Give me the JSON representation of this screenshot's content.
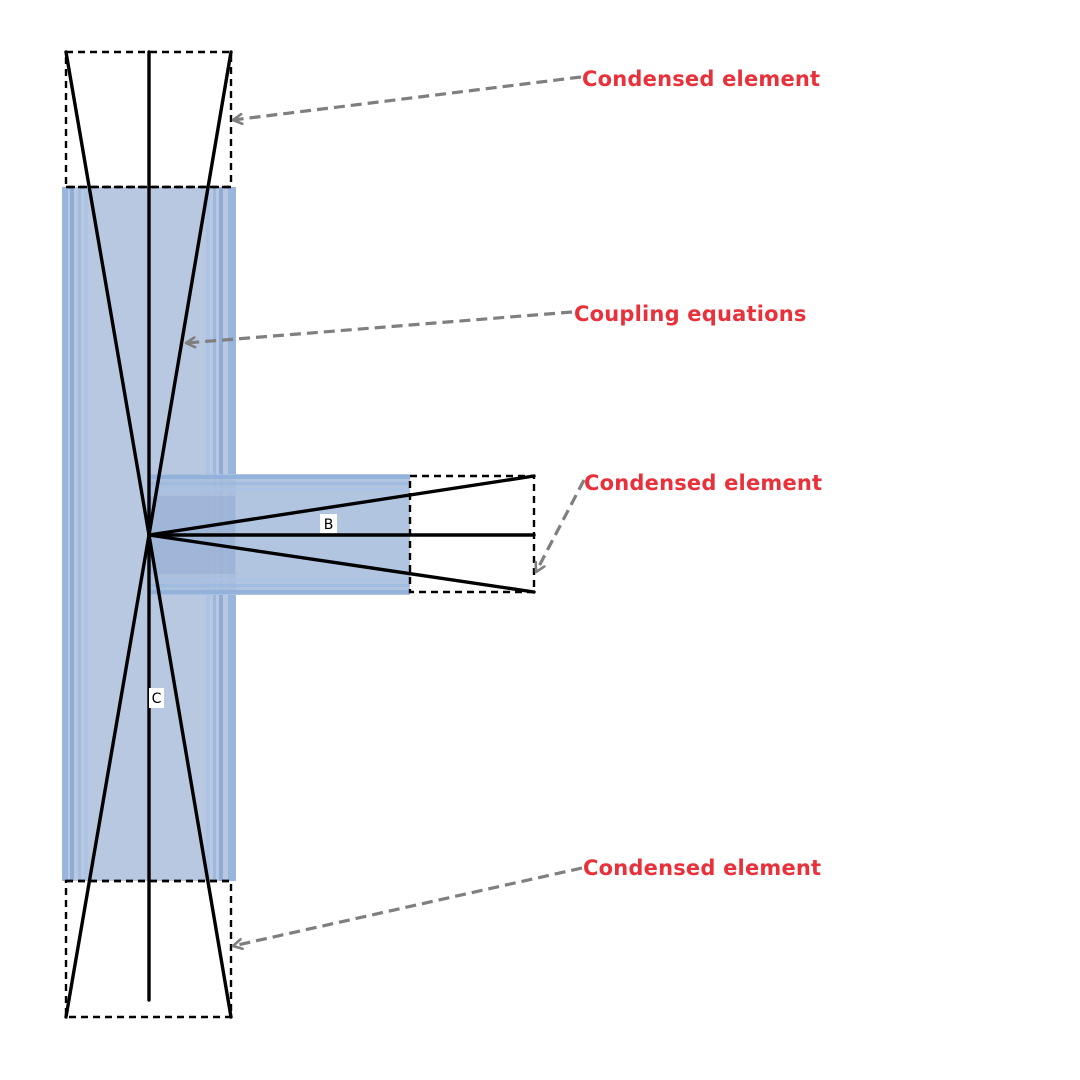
{
  "annotations": {
    "top_condensed": "Condensed element",
    "coupling": "Coupling equations",
    "right_condensed": "Condensed element",
    "bottom_condensed": "Condensed element"
  },
  "members": {
    "beam_label": "B",
    "column_label": "C"
  },
  "colors": {
    "annotation_text": "#e8313a",
    "leader_line": "#7f7f7f",
    "member_fill": "#b7c8e0",
    "member_stripe": "#7fa0d2",
    "outline": "#000000"
  }
}
